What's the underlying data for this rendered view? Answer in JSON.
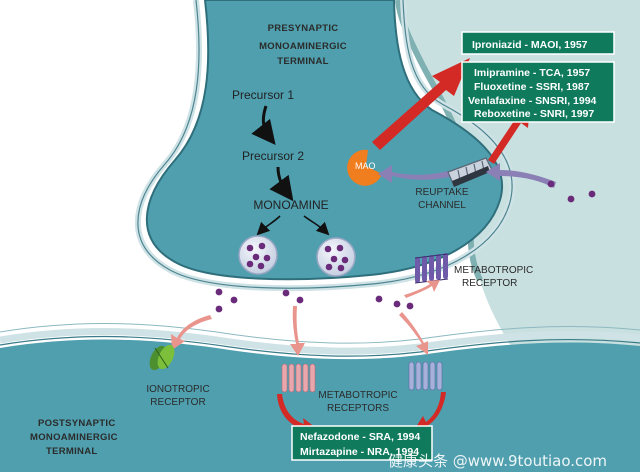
{
  "presynaptic": {
    "line1": "PRESYNAPTIC",
    "line2": "MONOAMINERGIC",
    "line3": "TERMINAL"
  },
  "pathway": {
    "precursor1": "Precursor 1",
    "precursor2": "Precursor 2",
    "monoamine": "MONOAMINE"
  },
  "mao_label": "MAO",
  "reuptake": {
    "line1": "REUPTAKE",
    "line2": "CHANNEL"
  },
  "metabotropic_pre": {
    "line1": "METABOTROPIC",
    "line2": "RECEPTOR"
  },
  "ionotropic": {
    "line1": "IONOTROPIC",
    "line2": "RECEPTOR"
  },
  "metabotropic_post": {
    "line1": "METABOTROPIC",
    "line2": "RECEPTORS"
  },
  "postsynaptic": {
    "line1": "POSTSYNAPTIC",
    "line2": "MONOAMINERGIC",
    "line3": "TERMINAL"
  },
  "drug_boxes": {
    "maoi": [
      "Iproniazid - MAOI, 1957"
    ],
    "reuptake_inhibitors": [
      "Imipramine - TCA, 1957",
      "Fluoxetine - SSRI, 1987",
      "Venlafaxine - SNSRI, 1994",
      "Reboxetine - SNRI, 1997"
    ],
    "receptor_drugs": [
      "Nefazodone - SRA, 1994",
      "Mirtazapine - NRA, 1994"
    ]
  },
  "watermark": "健康头条 @www.9toutiao.com",
  "colors": {
    "neuron_fill": "#4f9fae",
    "membrane": "#3c7f8e",
    "box_green": "#0f7a5c",
    "drug_arrow": "#d42a25",
    "pink_arrow": "#e9958d",
    "purple_arrow": "#8a80b5",
    "mao": "#f07d1e",
    "molecule": "#6a2b7a"
  }
}
